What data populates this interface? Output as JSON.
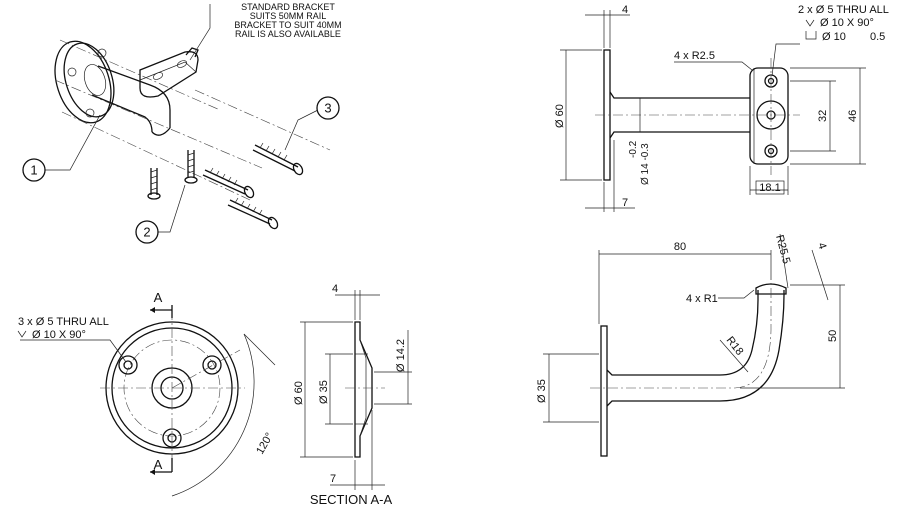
{
  "isometric": {
    "note_lines": [
      "STANDARD BRACKET",
      "SUITS 50MM RAIL",
      "BRACKET TO SUIT 40MM",
      "RAIL IS ALSO AVAILABLE"
    ],
    "balloons": [
      "1",
      "2",
      "3"
    ]
  },
  "front": {
    "callout_line1": "3 x Ø 5 THRU ALL",
    "callout_line2": "Ø 10 X 90°",
    "section_mark": "A",
    "angle": "120°"
  },
  "section": {
    "title": "SECTION A-A",
    "dim_top": "4",
    "dim_bottom": "7",
    "dim_60": "Ø 60",
    "dim_35": "Ø 35",
    "dim_14": "Ø 14.2"
  },
  "side": {
    "dim_top": "4",
    "dim_bottom": "7",
    "dim_60": "Ø 60",
    "tol_upper": "-0.2",
    "tol_lower": "Ø 14 -0.3",
    "radius_note": "4 x R2.5",
    "hole_line1": "2 x Ø 5 THRU ALL",
    "hole_line2": "Ø 10 X 90°",
    "hole_line3": "Ø 10",
    "hole_depth": "0.5",
    "dim_32": "32",
    "dim_46": "46",
    "dim_ref": "18.1"
  },
  "elevation": {
    "dim_80": "80",
    "dim_r25": "R25.5",
    "dim_4": "4",
    "radius_note": "4 x R1",
    "dim_r18": "R18",
    "dim_50": "50",
    "dim_35": "Ø 35"
  }
}
